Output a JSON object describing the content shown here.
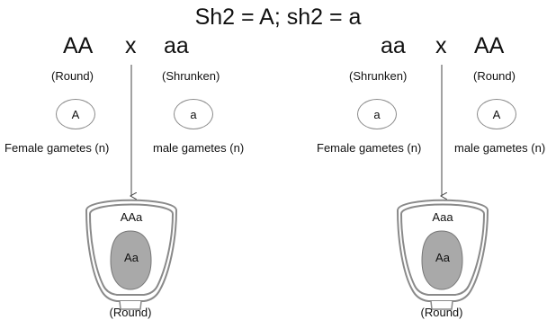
{
  "title": "Sh2 = A; sh2 = a",
  "left_cross": {
    "female_genotype": "AA",
    "cross_symbol": "x",
    "male_genotype": "aa",
    "female_phenotype": "(Round)",
    "male_phenotype": "(Shrunken)",
    "female_gamete": "A",
    "male_gamete": "a",
    "female_gamete_label": "Female gametes (n)",
    "male_gamete_label": "male gametes (n)",
    "endosperm": "AAa",
    "embryo": "Aa",
    "seed_phenotype": "(Round)"
  },
  "right_cross": {
    "female_genotype": "aa",
    "cross_symbol": "x",
    "male_genotype": "AA",
    "female_phenotype": "(Shrunken)",
    "male_phenotype": "(Round)",
    "female_gamete": "a",
    "male_gamete": "A",
    "female_gamete_label": "Female gametes (n)",
    "male_gamete_label": "male gametes (n)",
    "endosperm": "Aaa",
    "embryo": "Aa",
    "seed_phenotype": "(Round)"
  },
  "colors": {
    "embryo_fill": "#a9a9a9",
    "seed_outline": "#8a8a8a",
    "arrow": "#444444"
  }
}
